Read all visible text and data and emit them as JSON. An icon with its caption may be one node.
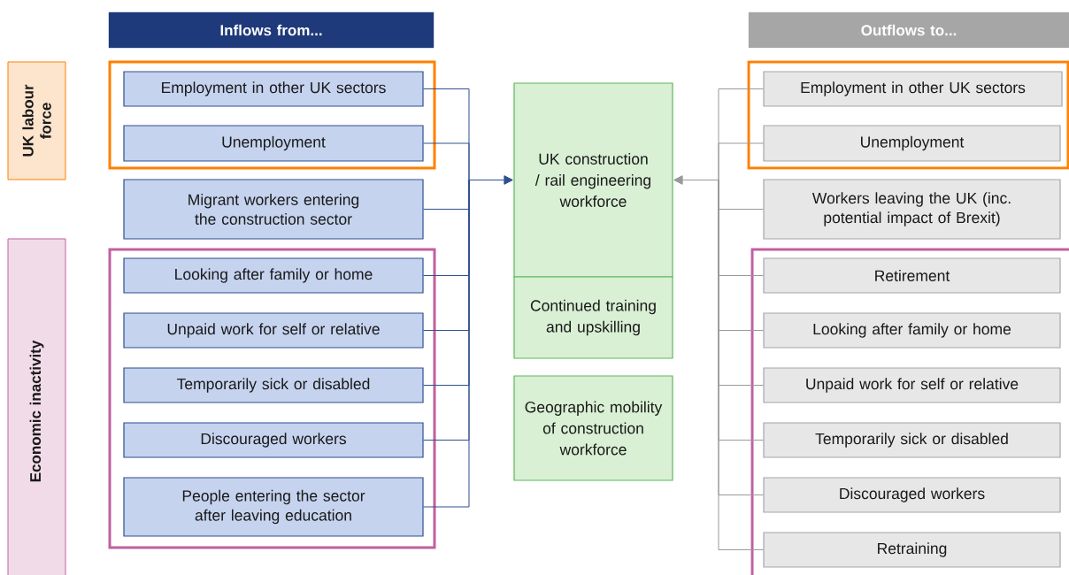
{
  "diagram": {
    "nodes": [
      {
        "text": [
          "Inflows from..."
        ]
      },
      {
        "text": [
          "Outflows to..."
        ]
      },
      {
        "text": [
          "UK labour force"
        ]
      },
      {
        "text": [
          "Economic inactivity"
        ]
      },
      {
        "text": [],
        "shape": "box"
      },
      {
        "text": [
          "Employment in other UK sectors"
        ],
        "in": 4
      },
      {
        "text": [
          "Unemployment"
        ],
        "in": 4
      },
      {
        "text": [
          "Migrant workers entering the construction sector"
        ]
      },
      {
        "text": [],
        "shape": "box"
      },
      {
        "text": [
          "Looking after family or home"
        ],
        "in": 8
      },
      {
        "text": [
          "Unpaid work for self or relative"
        ],
        "in": 8
      },
      {
        "text": [
          "Temporarily sick or disabled"
        ],
        "in": 8
      },
      {
        "text": [
          "Discouraged workers"
        ],
        "in": 8
      },
      {
        "text": [
          "People entering the sector after leaving education"
        ],
        "in": 8
      },
      {
        "text": [
          "UK construction / rail engineering workforce"
        ]
      },
      {
        "text": [
          "Continued training and upskilling"
        ]
      },
      {
        "text": [
          "Geographic mobility of construction workforce"
        ]
      },
      {
        "text": [],
        "shape": "box"
      },
      {
        "text": [
          "Employment in other UK sectors"
        ],
        "in": 17
      },
      {
        "text": [
          "Unemployment"
        ],
        "in": 17
      },
      {
        "text": [
          "Workers leaving the UK (inc. potential impact of Brexit)"
        ]
      },
      {
        "text": [],
        "shape": "box"
      },
      {
        "text": [
          "Retirement"
        ],
        "in": 21
      },
      {
        "text": [
          "Looking after family or home"
        ],
        "in": 21
      },
      {
        "text": [
          "Unpaid work for self or relative"
        ],
        "in": 21
      },
      {
        "text": [
          "Temporarily sick or disabled"
        ],
        "in": 21
      },
      {
        "text": [
          "Discouraged workers"
        ],
        "in": 21
      },
      {
        "text": [
          "Retraining"
        ],
        "in": 21
      }
    ],
    "edges": [
      {
        "from": 5,
        "to": 14,
        "arrow": "to",
        "color": "#2f4f8f"
      },
      {
        "from": 6,
        "to": 14,
        "arrow": "to",
        "color": "#2f4f8f"
      },
      {
        "from": 7,
        "to": 14,
        "arrow": "to",
        "color": "#2f4f8f"
      },
      {
        "from": 9,
        "to": 14,
        "arrow": "to",
        "color": "#2f4f8f"
      },
      {
        "from": 10,
        "to": 14,
        "arrow": "to",
        "color": "#2f4f8f"
      },
      {
        "from": 11,
        "to": 14,
        "arrow": "to",
        "color": "#2f4f8f"
      },
      {
        "from": 12,
        "to": 14,
        "arrow": "to",
        "color": "#2f4f8f"
      },
      {
        "from": 13,
        "to": 14,
        "arrow": "to",
        "color": "#2f4f8f"
      },
      {
        "from": 18,
        "to": 14,
        "arrow": "to"
      },
      {
        "from": 19,
        "to": 14,
        "arrow": "to"
      },
      {
        "from": 20,
        "to": 14,
        "arrow": "to"
      },
      {
        "from": 22,
        "to": 14,
        "arrow": "to"
      },
      {
        "from": 23,
        "to": 14,
        "arrow": "to"
      },
      {
        "from": 24,
        "to": 14,
        "arrow": "to"
      },
      {
        "from": 25,
        "to": 14,
        "arrow": "to"
      },
      {
        "from": 26,
        "to": 14,
        "arrow": "to"
      },
      {
        "from": 27,
        "to": 14,
        "arrow": "to"
      }
    ]
  }
}
